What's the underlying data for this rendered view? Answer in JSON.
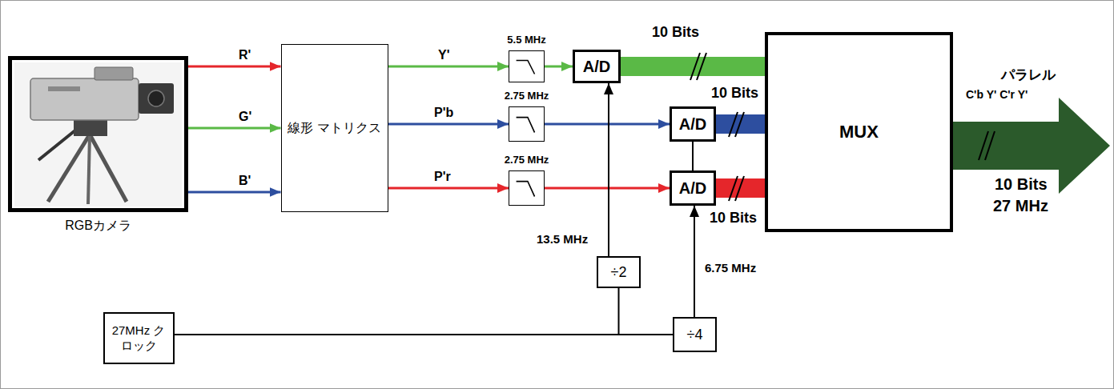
{
  "diagram": {
    "nodes": [
      {
        "text": [
          "RGBカメラ"
        ]
      },
      {
        "text": [
          "線形 マトリクス"
        ]
      },
      {
        "text": [
          "5.5 MHz"
        ]
      },
      {
        "text": [
          "2.75 MHz"
        ]
      },
      {
        "text": [
          "2.75 MHz"
        ]
      },
      {
        "text": [
          "A/D"
        ]
      },
      {
        "text": [
          "A/D"
        ]
      },
      {
        "text": [
          "A/D"
        ]
      },
      {
        "text": [
          "MUX"
        ]
      },
      {
        "text": [
          "÷2"
        ]
      },
      {
        "text": [
          "27MHz クロック"
        ]
      },
      {
        "text": [
          "÷4"
        ]
      }
    ],
    "edges": [
      {
        "from": 0,
        "to": 1,
        "arrow": "to",
        "label": "R'"
      },
      {
        "from": 0,
        "to": 1,
        "arrow": "to",
        "label": "G'"
      },
      {
        "from": 0,
        "to": 1,
        "arrow": "to",
        "label": "B'"
      },
      {
        "from": 1,
        "to": 2,
        "arrow": "to",
        "label": "Y'"
      },
      {
        "from": 1,
        "to": 3,
        "arrow": "to",
        "label": "P'b"
      },
      {
        "from": 1,
        "to": 4,
        "arrow": "to",
        "label": "P'r"
      },
      {
        "from": 2,
        "to": 5,
        "arrow": "to"
      },
      {
        "from": 3,
        "to": 6,
        "arrow": "to"
      },
      {
        "from": 4,
        "to": 7,
        "arrow": "to"
      },
      {
        "from": 5,
        "to": 8,
        "arrow": "none",
        "label": "10 Bits"
      },
      {
        "from": 6,
        "to": 8,
        "arrow": "none",
        "label": "10 Bits"
      },
      {
        "from": 7,
        "to": 8,
        "arrow": "none",
        "label": "10 Bits"
      },
      {
        "from": 10,
        "to": 9,
        "arrow": "none"
      },
      {
        "from": 10,
        "to": 11,
        "arrow": "none"
      },
      {
        "from": 9,
        "to": 5,
        "arrow": "to",
        "label": "13.5 MHz"
      },
      {
        "from": 11,
        "to": 7,
        "arrow": "to",
        "label": "6.75 MHz"
      },
      {
        "from": 7,
        "to": 6,
        "arrow": "none"
      }
    ],
    "labels": [
      "パラレル",
      "C'b Y' C'r Y'",
      "10 Bits",
      "27 MHz"
    ]
  }
}
